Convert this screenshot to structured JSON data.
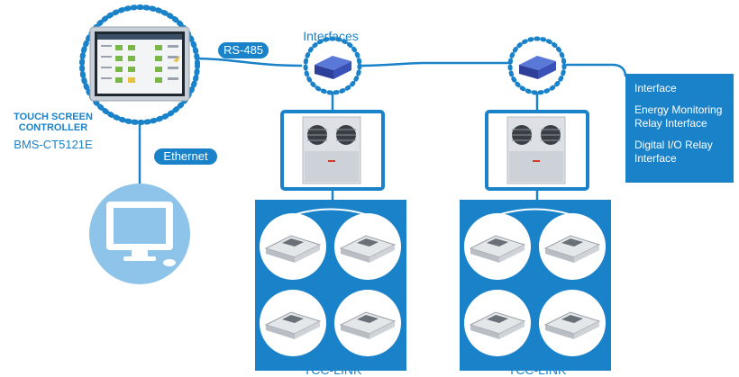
{
  "controller": {
    "title_line1": "TOUCH SCREEN",
    "title_line2": "CONTROLLER",
    "model": "BMS-CT5121E"
  },
  "links": {
    "rs485": "RS-485",
    "ethernet": "Ethernet"
  },
  "interfaces_label": "Interfaces",
  "info_box": {
    "items": [
      "Interface",
      "Energy Monitoring Relay Interface",
      "Digital  I/O Relay  Interface"
    ]
  },
  "groups": [
    {
      "label": "TCC-LINK"
    },
    {
      "label": "TCC-LINK"
    }
  ],
  "colors": {
    "primary": "#1a82c9",
    "light": "#8ec4ea",
    "dark": "#1f2f45",
    "device": "#3a4fb3"
  },
  "icons": [
    "touch-screen-icon",
    "monitor-icon",
    "interface-module-icon",
    "outdoor-unit-icon",
    "cassette-unit-icon"
  ]
}
